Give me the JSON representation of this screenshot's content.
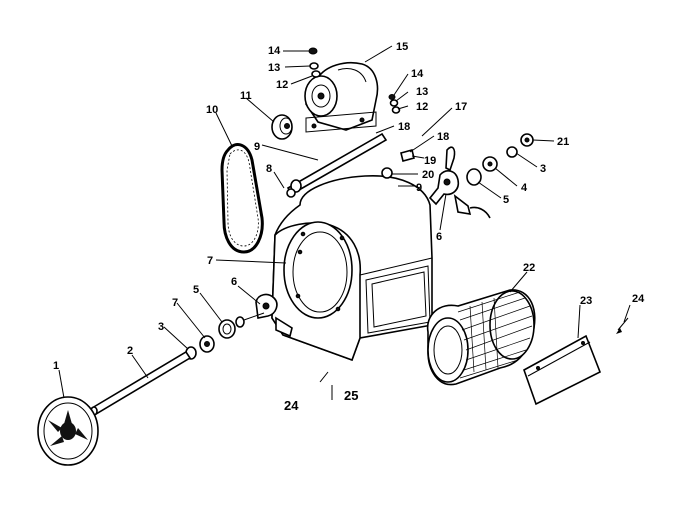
{
  "callouts": {
    "c1": "1",
    "c2": "2",
    "c3a": "3",
    "c3b": "3",
    "c4": "4",
    "c5a": "5",
    "c5b": "5",
    "c6a": "6",
    "c6b": "6",
    "c7a": "7",
    "c7b": "7",
    "c8": "8",
    "c9a": "9",
    "c9b": "9",
    "c10": "10",
    "c11": "11",
    "c12a": "12",
    "c12b": "12",
    "c13a": "13",
    "c13b": "13",
    "c14a": "14",
    "c14b": "14",
    "c15": "15",
    "c17": "17",
    "c18a": "18",
    "c18b": "18",
    "c19": "19",
    "c20": "20",
    "c21": "21",
    "c22": "22",
    "c23": "23",
    "c24a": "24",
    "c24b": "24",
    "c25": "25"
  }
}
